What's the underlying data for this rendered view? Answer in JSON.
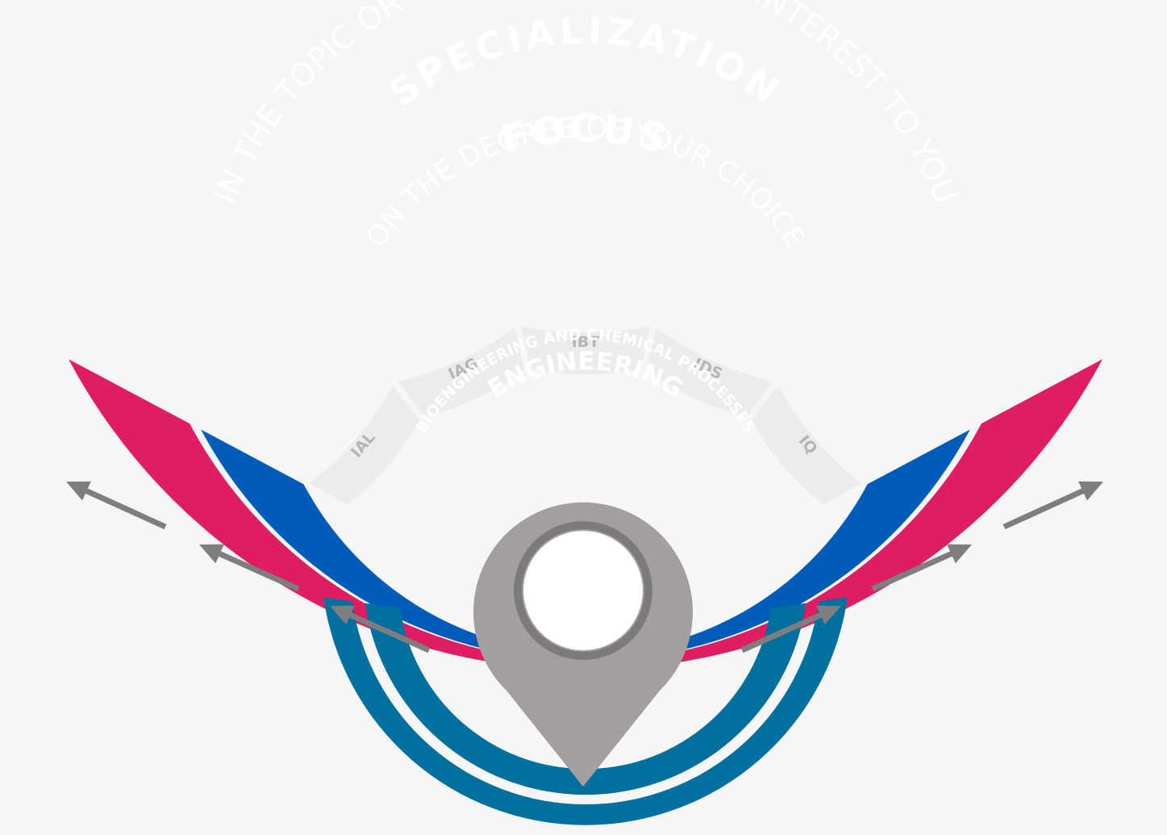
{
  "specialization": {
    "title": "SPECIALIZATION",
    "subtitle": "IN THE TOPIC OR TOPICS OF GREATEST INTEREST TO YOU",
    "color": "#e01c62"
  },
  "focus": {
    "title": "FOCUS",
    "subtitle": "ON THE DEGREE OF YOUR CHOICE",
    "color": "#005bb9"
  },
  "degrees": {
    "items": [
      "IAL",
      "IAG",
      "IBT",
      "IDS",
      "IQ"
    ],
    "segment_color": "#ececec",
    "label_color": "#b5b5b5"
  },
  "bioengineering": {
    "label": "BIOENGINEERING AND CHEMICAL PROCESSES",
    "color": "#00709f"
  },
  "engineering": {
    "label": "ENGINEERING",
    "color": "#00709f"
  },
  "pin": {
    "color": "#a29f9e",
    "ring_color": "#7d7b7a"
  },
  "arrows": {
    "color": "#7e7e7e"
  }
}
